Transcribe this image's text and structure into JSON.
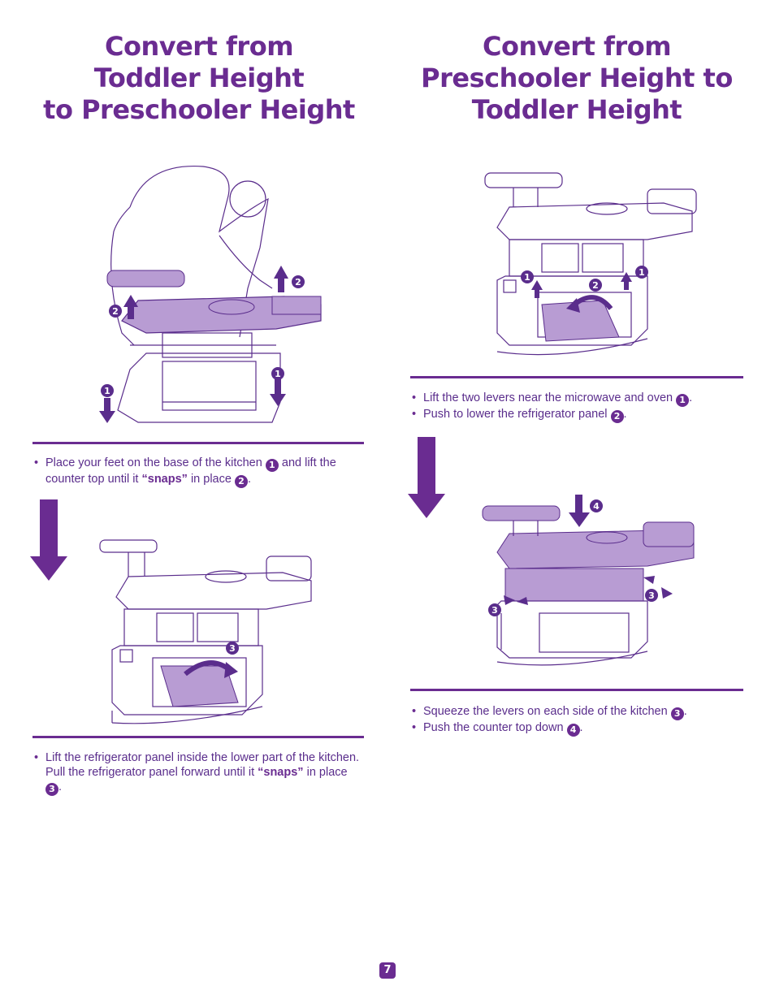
{
  "left": {
    "title_lines": [
      "Convert from",
      "Toddler Height",
      "to Preschooler Height"
    ],
    "step1": {
      "text_a": "Place your feet on the base of the kitchen",
      "num_a": "1",
      "text_b": "and lift the counter top until it",
      "snaps": "“snaps”",
      "text_c": "in place",
      "num_b": "2",
      "end": "."
    },
    "step2": {
      "text_a": "Lift the refrigerator panel inside the lower part of the kitchen. Pull the refrigerator panel forward until it",
      "snaps": "“snaps”",
      "text_b": "in place",
      "num": "3",
      "end": "."
    },
    "callouts1": [
      "1",
      "1",
      "2",
      "2"
    ],
    "callouts2": [
      "3"
    ]
  },
  "right": {
    "title_lines": [
      "Convert from",
      "Preschooler Height to",
      "Toddler Height"
    ],
    "step1": [
      {
        "text": "Lift the two levers near the microwave and oven",
        "num": "1",
        "end": "."
      },
      {
        "text": "Push to lower the refrigerator panel",
        "num": "2",
        "end": "."
      }
    ],
    "step2": [
      {
        "text": "Squeeze the levers on each side of the kitchen",
        "num": "3",
        "end": "."
      },
      {
        "text": "Push the counter top down",
        "num": "4",
        "end": "."
      }
    ],
    "callouts1": [
      "1",
      "1",
      "2"
    ],
    "callouts2": [
      "3",
      "3",
      "4"
    ]
  },
  "page_number": "7",
  "colors": {
    "accent": "#6a2c91",
    "fill": "#b89cd3",
    "line": "#5a2d8c"
  }
}
